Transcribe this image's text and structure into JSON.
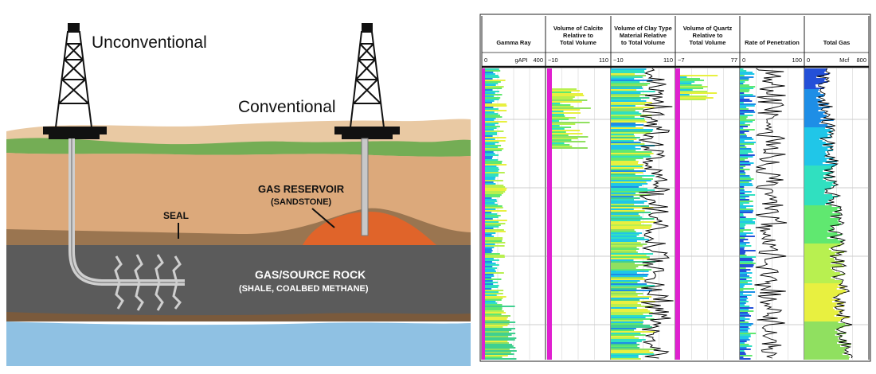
{
  "diagram": {
    "label_unconventional": "Unconventional",
    "label_conventional": "Conventional",
    "label_gas_reservoir": "GAS RESERVOIR",
    "label_sandstone": "(SANDSTONE)",
    "label_seal": "SEAL",
    "label_source_rock": "GAS/SOURCE ROCK",
    "label_source_rock_sub": "(SHALE, COALBED METHANE)"
  },
  "well_log": {
    "tracks": [
      {
        "title_lines": [
          "Gamma Ray"
        ],
        "scale_min": "0",
        "scale_unit": "gAPI",
        "scale_max": "400"
      },
      {
        "title_lines": [
          "Volume of Calcite",
          "Relative to",
          "Total Volume"
        ],
        "scale_min": "−10",
        "scale_unit": "",
        "scale_max": "110"
      },
      {
        "title_lines": [
          "Volume of Clay Type",
          "Material Relative",
          "to Total Volume"
        ],
        "scale_min": "−10",
        "scale_unit": "",
        "scale_max": "110"
      },
      {
        "title_lines": [
          "Volume of Quartz",
          "Relative to",
          "Total Volume"
        ],
        "scale_min": "−7",
        "scale_unit": "",
        "scale_max": "77"
      },
      {
        "title_lines": [
          "Rate of Penetration"
        ],
        "scale_min": "0",
        "scale_unit": "",
        "scale_max": "100"
      },
      {
        "title_lines": [
          "Total Gas"
        ],
        "scale_min": "0",
        "scale_unit": "Mcf",
        "scale_max": "800"
      }
    ]
  },
  "colors": {
    "sky": "#ffffff",
    "surface_soil": "#e7c8a4",
    "grass": "#6aa84f",
    "sandstone_layer": "#d9a77c",
    "seal_layer": "#a67c52",
    "shale": "#5a5a5a",
    "reservoir": "#e0642a",
    "water": "#8fc1e3",
    "log_magenta": "#e020d0"
  }
}
